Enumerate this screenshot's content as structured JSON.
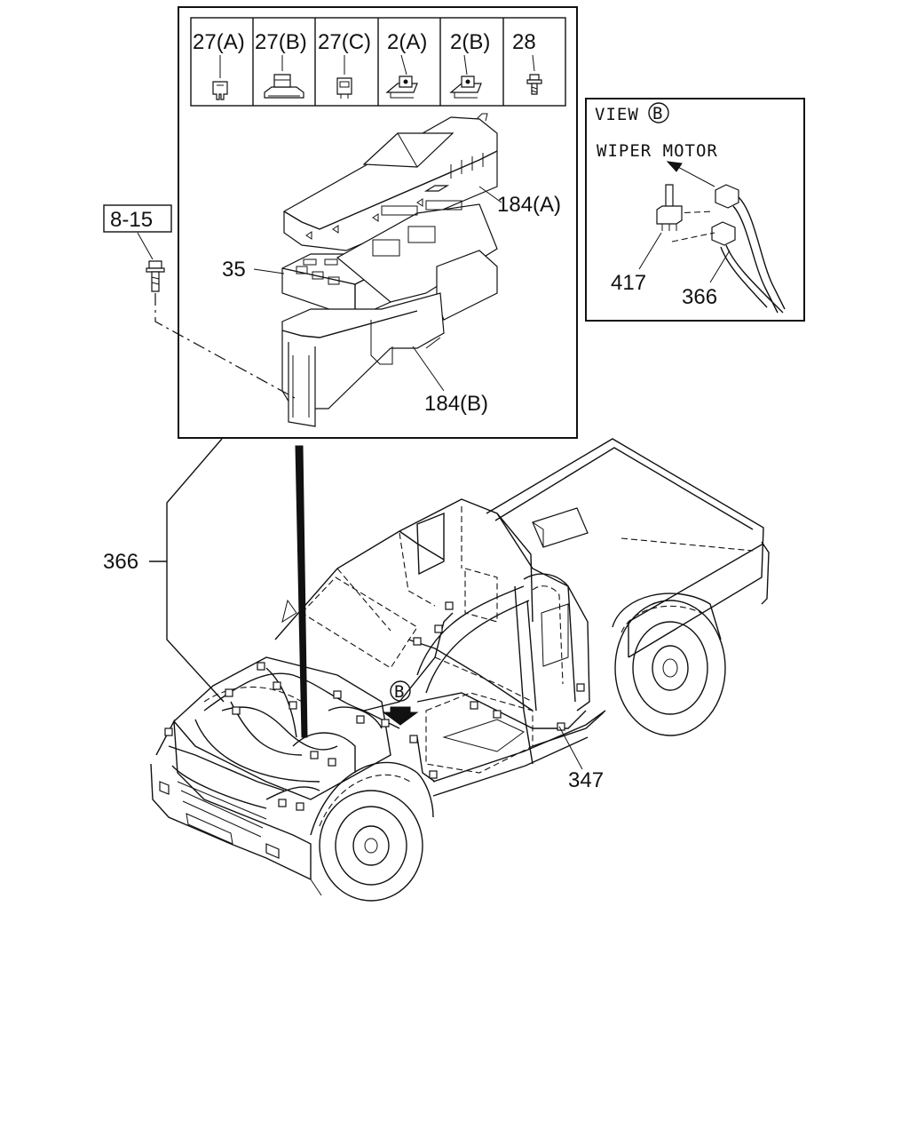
{
  "parts_strip": [
    {
      "label": "27(A)",
      "icon": "mini-fuse-icon"
    },
    {
      "label": "27(B)",
      "icon": "fuse-holder-icon"
    },
    {
      "label": "27(C)",
      "icon": "fuse-icon"
    },
    {
      "label": "2(A)",
      "icon": "relay-clip-icon"
    },
    {
      "label": "2(B)",
      "icon": "relay-clip-icon"
    },
    {
      "label": "28",
      "icon": "bolt-icon"
    }
  ],
  "fuse_box_callouts": {
    "cover": "184(A)",
    "relay_block": "35",
    "lower_box": "184(B)"
  },
  "bolt_ref": "8-15",
  "view_b": {
    "title": "VIEW",
    "marker": "B",
    "subtitle": "WIPER MOTOR",
    "part_clip": "417",
    "part_harness": "366"
  },
  "vehicle_callouts": {
    "harness": "366",
    "rear_harness": "347",
    "view_marker": "B"
  }
}
